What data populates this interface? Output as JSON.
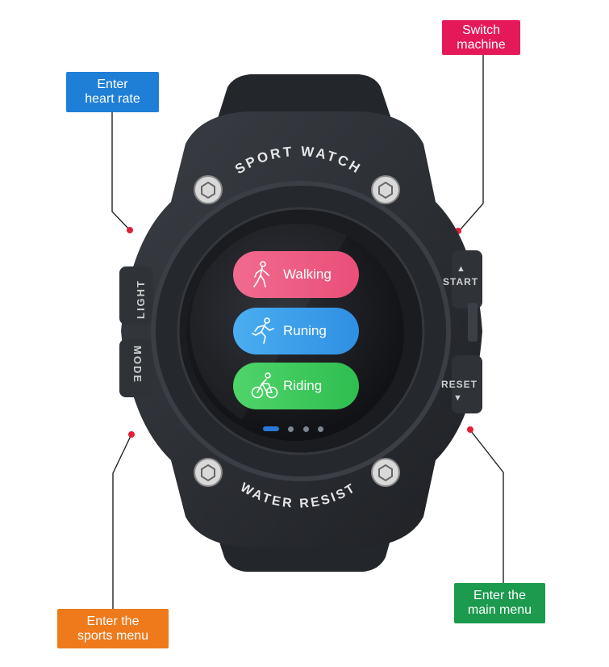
{
  "callouts": {
    "heart_rate": {
      "line1": "Enter",
      "line2": "heart rate",
      "color": "#1f7fd6"
    },
    "switch_machine": {
      "line1": "Switch",
      "line2": "machine",
      "color": "#e5195a"
    },
    "sports_menu": {
      "line1": "Enter the",
      "line2": "sports menu",
      "color": "#ee7a1c"
    },
    "main_menu": {
      "line1": "Enter the",
      "line2": "main menu",
      "color": "#1c9a4e"
    }
  },
  "watch": {
    "bezel_top_text": "SPORT WATCH",
    "bezel_bottom_text": "WATER RESIST",
    "left_upper_label": "LIGHT",
    "left_lower_label": "MODE",
    "right_upper_label": "START",
    "right_lower_label": "RESET",
    "case_color": "#2b2e33"
  },
  "screen": {
    "menu_items": [
      {
        "label": "Walking",
        "icon": "walking-person-icon",
        "color": "#ee5b82"
      },
      {
        "label": "Runing",
        "icon": "running-person-icon",
        "color": "#3a9ae8"
      },
      {
        "label": "Riding",
        "icon": "bicycle-icon",
        "color": "#39c55a"
      }
    ],
    "page_dots": {
      "count": 4,
      "active_index": 0
    }
  },
  "marker_color": "#e0203a"
}
